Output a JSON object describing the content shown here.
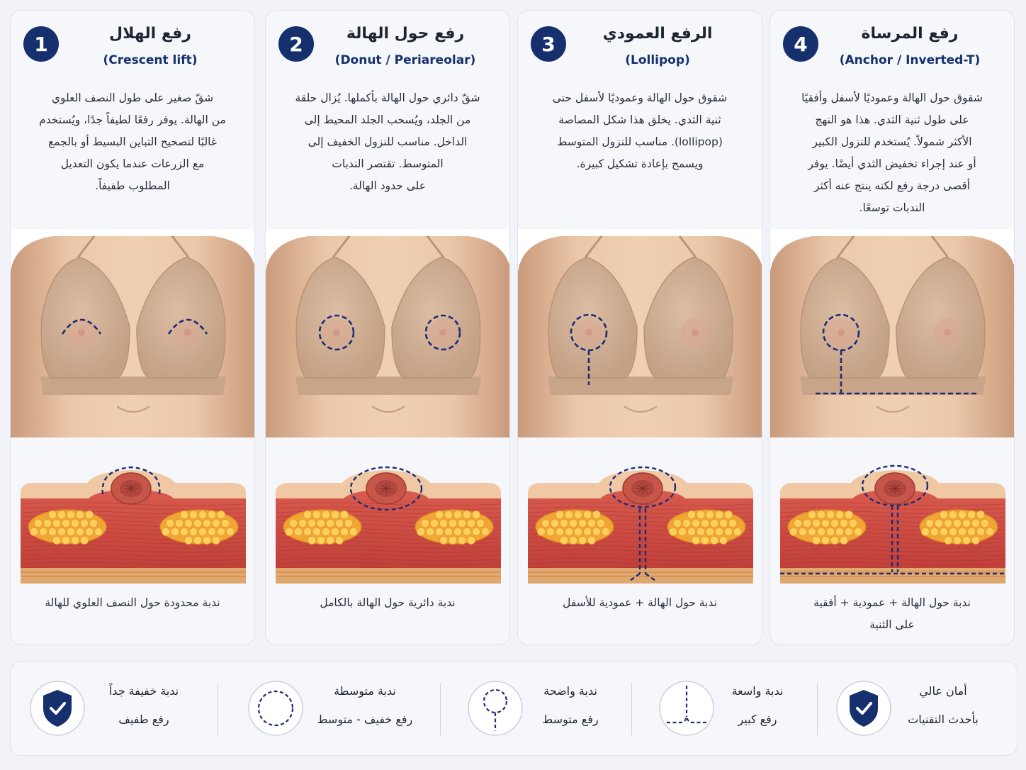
{
  "colors": {
    "navy": "#16306e",
    "skin": "#e8c3a4",
    "bra": "#cfad92",
    "incision": "#1c2c78",
    "tissue": "#c9473e",
    "fat": "#f4b13c",
    "card_bg": "#f5f7fb"
  },
  "cards": [
    {
      "number": "1",
      "title": "رفع الهلال",
      "subtitle": "(Crescent lift)",
      "desc_lines": [
        "شقّ صغير على طول النصف العلوي",
        "من الهالة. يوفر رفعًا لطيفاً جدًا، ويُستخدم",
        "غالبًا لتصحيح التباين البسيط أو بالجمع",
        "مع الزرعات عندما يكون التعديل",
        "المطلوب طفيفاً."
      ],
      "scar_lines": [
        "ندبة محدودة حول النصف العلوي للهالة"
      ],
      "technique": "crescent"
    },
    {
      "number": "2",
      "title": "رفع حول الهالة",
      "subtitle": "(Donut / Periareolar)",
      "desc_lines": [
        "شقّ دائري حول الهالة بأكملها. يُزال حلقة",
        "من الجلد، ويُسحب الجلد المحيط إلى",
        "الداخل. مناسب للنزول الخفيف إلى",
        "المتوسط. تقتصر الندبات",
        "على حدود الهالة."
      ],
      "scar_lines": [
        "ندبة دائرية حول الهالة بالكامل"
      ],
      "technique": "donut"
    },
    {
      "number": "3",
      "title": "الرفع العمودي",
      "subtitle": "(Lollipop)",
      "desc_lines": [
        "شقوق حول الهالة وعموديًا لأسفل حتى",
        "ثنية الثدي. يخلق هذا شكل المصاصة",
        "(lollipop). مناسب للنزول المتوسط",
        "ويسمح بإعادة تشكيل كبيرة."
      ],
      "scar_lines": [
        "ندبة حول الهالة + عمودية للأسفل"
      ],
      "technique": "lollipop"
    },
    {
      "number": "4",
      "title": "رفع المرساة",
      "subtitle": "(Anchor / Inverted-T)",
      "desc_lines": [
        "شقوق حول الهالة وعموديًا لأسفل وأفقيًا",
        "على طول ثنية الثدي. هذا هو النهج",
        "الأكثر شمولاً. يُستخدم للنزول الكبير",
        "أو عند إجراء تخفيض الثدي أيضًا. يوفر",
        "أقصى درجة رفع لكنه ينتج عنه أكثر",
        "الندبات توسعًا."
      ],
      "scar_lines": [
        "ندبة حول الهالة + عمودية + أفقية",
        "على الثنية"
      ],
      "technique": "anchor"
    }
  ],
  "legend": [
    {
      "line1": "ندبة خفيفة جداً",
      "line2": "رفع طفيف",
      "icon": "shield-check-icon"
    },
    {
      "line1": "ندبة متوسطة",
      "line2": "رفع خفيف - متوسط",
      "icon": "dashed-circle-icon"
    },
    {
      "line1": "ندبة واضحة",
      "line2": "رفع متوسط",
      "icon": "lollipop-incision-icon"
    },
    {
      "line1": "ندبة واسعة",
      "line2": "رفع كبير",
      "icon": "anchor-incision-icon"
    },
    {
      "line1": "أمان عالي",
      "line2": "بأحدث التقنيات",
      "icon": "shield-check-icon"
    }
  ]
}
